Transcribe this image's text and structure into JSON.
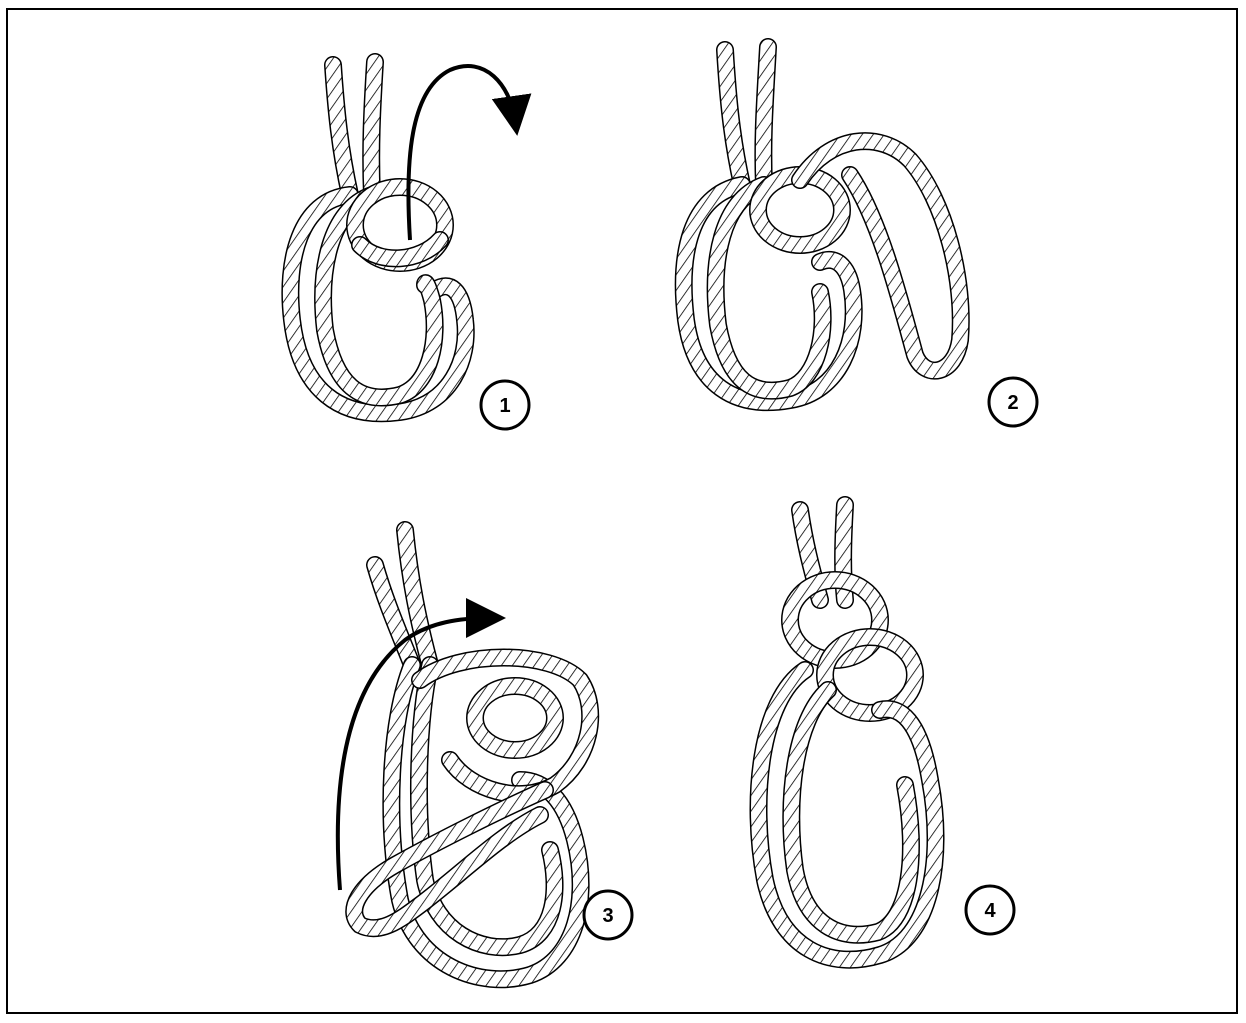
{
  "diagram": {
    "type": "knot-tying-steps",
    "colors": {
      "line": "#000000",
      "rope_fill": "#ffffff",
      "background": "#ffffff"
    },
    "icons": [
      "rope-strand",
      "curved-arrow"
    ],
    "steps": [
      {
        "number": "1"
      },
      {
        "number": "2"
      },
      {
        "number": "3"
      },
      {
        "number": "4"
      }
    ]
  }
}
